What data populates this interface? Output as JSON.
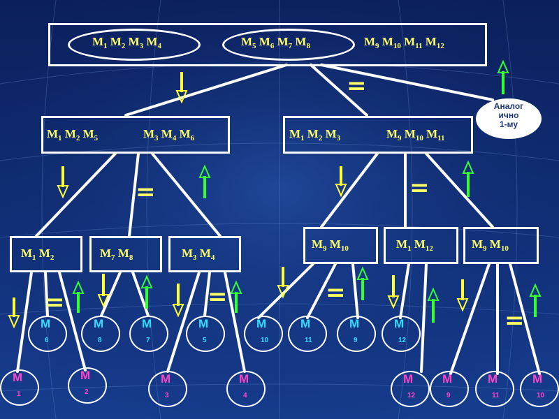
{
  "colors": {
    "background_top": "#0b1f5c",
    "background_bottom": "#163d8f",
    "label_yellow": "#ffff66",
    "leaf_cyan": "#33ddff",
    "leaf_pink": "#ff44cc",
    "arrow_down": "#ffff33",
    "arrow_up": "#33ff33",
    "line": "#ffffff"
  },
  "root": {
    "group1": [
      [
        "M",
        "1"
      ],
      [
        "M",
        "2"
      ],
      [
        "M",
        "3"
      ],
      [
        "M",
        "4"
      ]
    ],
    "group2": [
      [
        "M",
        "5"
      ],
      [
        "M",
        "6"
      ],
      [
        "M",
        "7"
      ],
      [
        "M",
        "8"
      ]
    ],
    "group3": [
      [
        "M",
        "9"
      ],
      [
        "M",
        "10"
      ],
      [
        "M",
        "11"
      ],
      [
        "M",
        "12"
      ]
    ]
  },
  "level1": {
    "left": {
      "a": [
        [
          "M",
          "1"
        ],
        [
          "M",
          "2"
        ],
        [
          "M",
          "5"
        ]
      ],
      "b": [
        [
          "M",
          "3"
        ],
        [
          "M",
          "4"
        ],
        [
          "M",
          "6"
        ]
      ]
    },
    "right": {
      "a": [
        [
          "M",
          "1"
        ],
        [
          "M",
          "2"
        ],
        [
          "M",
          "3"
        ]
      ],
      "b": [
        [
          "M",
          "9"
        ],
        [
          "M",
          "10"
        ],
        [
          "M",
          "11"
        ]
      ]
    }
  },
  "level2": [
    [
      [
        "M",
        "1"
      ],
      [
        "M",
        "2"
      ]
    ],
    [
      [
        "M",
        "7"
      ],
      [
        "M",
        "8"
      ]
    ],
    [
      [
        "M",
        "3"
      ],
      [
        "M",
        "4"
      ]
    ],
    [
      [
        "M",
        "9"
      ],
      [
        "M",
        "10"
      ]
    ],
    [
      [
        "M",
        "1"
      ],
      [
        "M",
        "12"
      ]
    ],
    [
      [
        "M",
        "9"
      ],
      [
        "M",
        "10"
      ]
    ]
  ],
  "note": {
    "lines": [
      "Аналог",
      "ично",
      "1-му"
    ]
  },
  "equals": "=",
  "leaves_cyan": [
    {
      "letter": "М",
      "sub": "6"
    },
    {
      "letter": "М",
      "sub": "8"
    },
    {
      "letter": "М",
      "sub": "7"
    },
    {
      "letter": "М",
      "sub": "5"
    },
    {
      "letter": "М",
      "sub": "10"
    },
    {
      "letter": "М",
      "sub": "11"
    },
    {
      "letter": "М",
      "sub": "9"
    },
    {
      "letter": "М",
      "sub": "12"
    }
  ],
  "leaves_pink": [
    {
      "letter": "М",
      "sub": "1"
    },
    {
      "letter": "М",
      "sub": "2"
    },
    {
      "letter": "М",
      "sub": "3"
    },
    {
      "letter": "М",
      "sub": "4"
    },
    {
      "letter": "М",
      "sub": "12"
    },
    {
      "letter": "М",
      "sub": "9"
    },
    {
      "letter": "М",
      "sub": "11"
    },
    {
      "letter": "М",
      "sub": "10"
    }
  ]
}
